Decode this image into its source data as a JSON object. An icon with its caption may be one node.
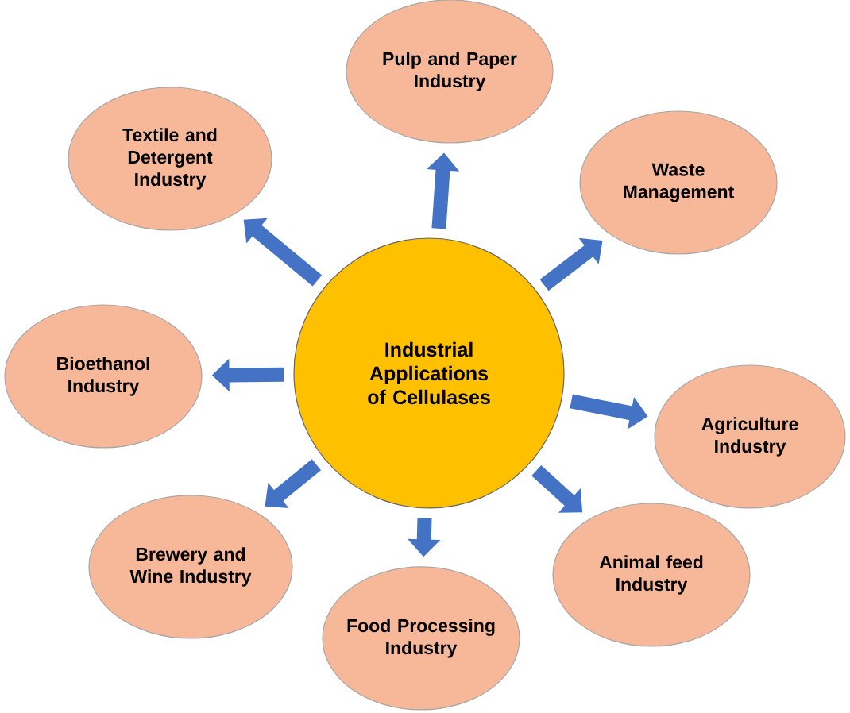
{
  "diagram": {
    "nodes": [
      {
        "text": [
          "Industrial Applications of Cellulases"
        ]
      },
      {
        "text": [
          "Pulp and Paper Industry"
        ]
      },
      {
        "text": [
          "Waste Management"
        ]
      },
      {
        "text": [
          "Agriculture Industry"
        ]
      },
      {
        "text": [
          "Animal feed Industry"
        ]
      },
      {
        "text": [
          "Food Processing Industry"
        ]
      },
      {
        "text": [
          "Brewery and Wine Industry"
        ]
      },
      {
        "text": [
          "Bioethanol Industry"
        ]
      },
      {
        "text": [
          "Textile and Detergent Industry"
        ]
      }
    ],
    "edges": [
      {
        "from": 0,
        "to": 1,
        "arrow": "to"
      },
      {
        "from": 0,
        "to": 2,
        "arrow": "to"
      },
      {
        "from": 0,
        "to": 3,
        "arrow": "to"
      },
      {
        "from": 0,
        "to": 4,
        "arrow": "to"
      },
      {
        "from": 0,
        "to": 5,
        "arrow": "to"
      },
      {
        "from": 0,
        "to": 6,
        "arrow": "to"
      },
      {
        "from": 0,
        "to": 7,
        "arrow": "to"
      },
      {
        "from": 0,
        "to": 8,
        "arrow": "to"
      }
    ]
  }
}
